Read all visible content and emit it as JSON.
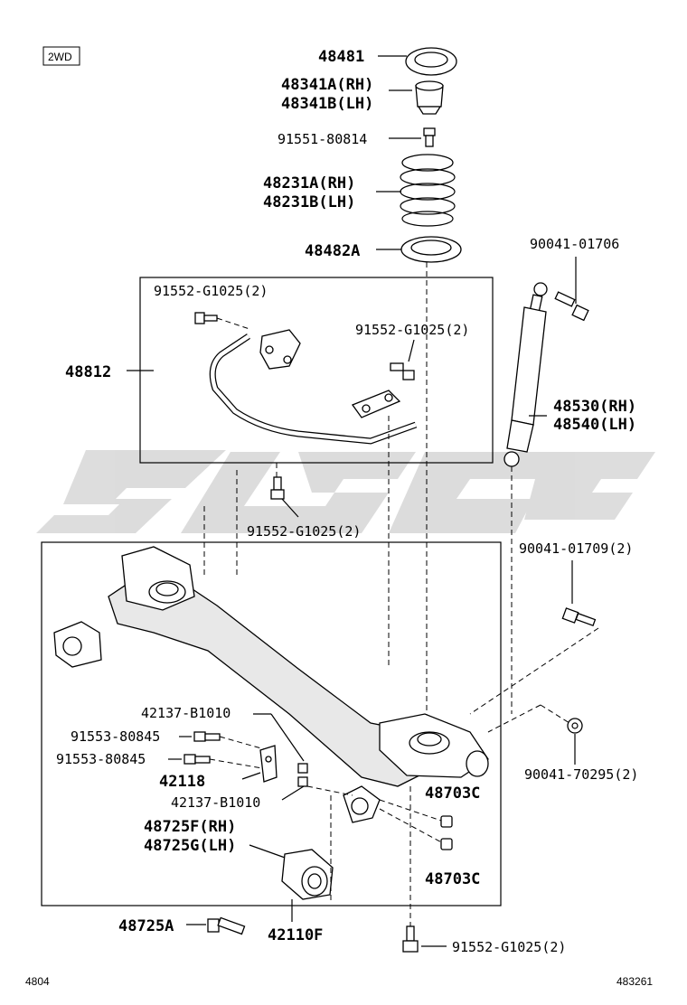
{
  "variant_badge": "2WD",
  "labels": {
    "l48481": "48481",
    "l48341A": "48341A(RH)",
    "l48341B": "48341B(LH)",
    "l91551": "91551-80814",
    "l48231A": "48231A(RH)",
    "l48231B": "48231B(LH)",
    "l48482A": "48482A",
    "l90041_01706": "90041-01706",
    "l91552_a": "91552-G1025(2)",
    "l91552_b": "91552-G1025(2)",
    "l48812": "48812",
    "l48530": "48530(RH)",
    "l48540": "48540(LH)",
    "l91552_c": "91552-G1025(2)",
    "l90041_01709": "90041-01709(2)",
    "l42137_a": "42137-B1010",
    "l91553_a": "91553-80845",
    "l91553_b": "91553-80845",
    "l42118": "42118",
    "l42137_b": "42137-B1010",
    "l48703C_a": "48703C",
    "l90041_70295": "90041-70295(2)",
    "l48725F": "48725F(RH)",
    "l48725G": "48725G(LH)",
    "l48703C_b": "48703C",
    "l48725A": "48725A",
    "l42110F": "42110F",
    "l91552_d": "91552-G1025(2)"
  },
  "footer": {
    "left_code": "4804",
    "right_code": "483261"
  },
  "colors": {
    "ink": "#000000",
    "watermark": "#d9d9d9"
  }
}
